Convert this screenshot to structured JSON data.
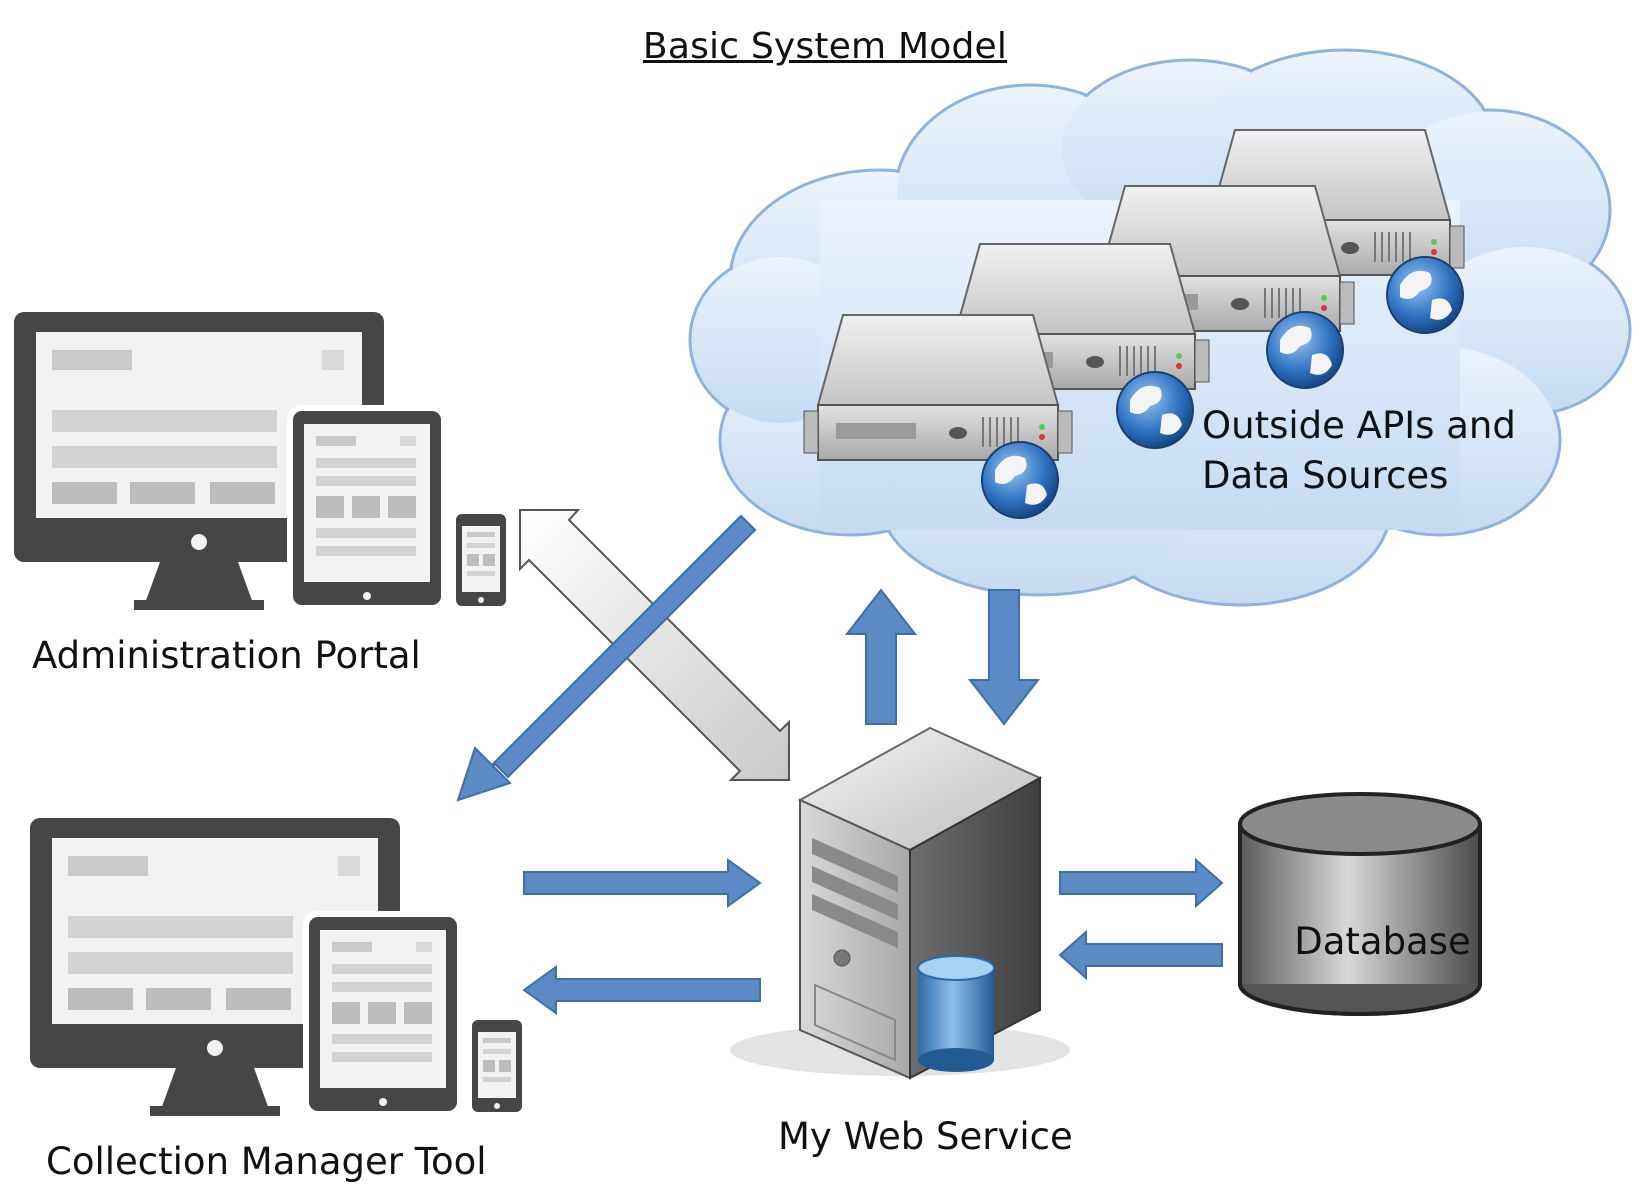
{
  "title": "Basic System Model",
  "nodes": {
    "admin_portal": {
      "label": "Administration Portal"
    },
    "collection_manager": {
      "label": "Collection Manager Tool"
    },
    "web_service": {
      "label": "My Web Service"
    },
    "outside_apis": {
      "label_line1": "Outside APIs and",
      "label_line2": "Data Sources"
    },
    "database": {
      "label": "Database"
    }
  },
  "connections": [
    {
      "from": "outside_apis",
      "to": "collection_manager",
      "style": "blue"
    },
    {
      "from": "admin_portal",
      "to": "web_service",
      "style": "gray-double"
    },
    {
      "from": "web_service",
      "to": "outside_apis",
      "style": "blue"
    },
    {
      "from": "outside_apis",
      "to": "web_service",
      "style": "blue"
    },
    {
      "from": "collection_manager",
      "to": "web_service",
      "style": "blue"
    },
    {
      "from": "web_service",
      "to": "collection_manager",
      "style": "blue"
    },
    {
      "from": "web_service",
      "to": "database",
      "style": "blue"
    },
    {
      "from": "database",
      "to": "web_service",
      "style": "blue"
    }
  ],
  "colors": {
    "arrow_blue": "#5b8ac4",
    "arrow_blue_edge": "#3e6fa8",
    "device_dark": "#464646",
    "screen_light": "#f2f2f2",
    "cloud_fill": "#d6e6f7",
    "cloud_edge": "#8fb3dc",
    "server_body": "#c9c9c9",
    "database_fill": "#6f6f6f"
  }
}
